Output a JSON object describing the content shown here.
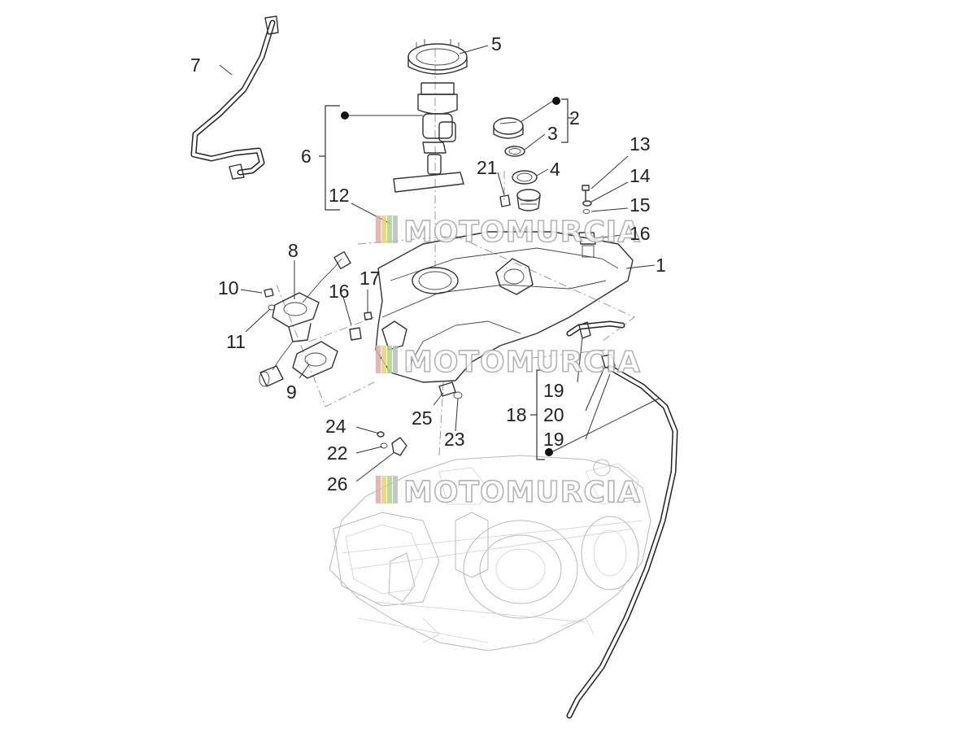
{
  "watermark": {
    "text": "MOTOMURCIA",
    "stripe_colors": [
      "#e6a9a0",
      "#e8d46a",
      "#a9d69a",
      "#bdbdbd"
    ]
  },
  "callouts": [
    {
      "id": "c1",
      "label": "1"
    },
    {
      "id": "c2",
      "label": "2"
    },
    {
      "id": "c3",
      "label": "3"
    },
    {
      "id": "c4",
      "label": "4"
    },
    {
      "id": "c5",
      "label": "5"
    },
    {
      "id": "c6",
      "label": "6"
    },
    {
      "id": "c7",
      "label": "7"
    },
    {
      "id": "c8",
      "label": "8"
    },
    {
      "id": "c9",
      "label": "9"
    },
    {
      "id": "c10",
      "label": "10"
    },
    {
      "id": "c11",
      "label": "11"
    },
    {
      "id": "c12",
      "label": "12"
    },
    {
      "id": "c13",
      "label": "13"
    },
    {
      "id": "c14",
      "label": "14"
    },
    {
      "id": "c15",
      "label": "15"
    },
    {
      "id": "c16a",
      "label": "16"
    },
    {
      "id": "c16b",
      "label": "16"
    },
    {
      "id": "c17",
      "label": "17"
    },
    {
      "id": "c18",
      "label": "18"
    },
    {
      "id": "c19a",
      "label": "19"
    },
    {
      "id": "c19b",
      "label": "19"
    },
    {
      "id": "c20",
      "label": "20"
    },
    {
      "id": "c21",
      "label": "21"
    },
    {
      "id": "c22",
      "label": "22"
    },
    {
      "id": "c23",
      "label": "23"
    },
    {
      "id": "c24",
      "label": "24"
    },
    {
      "id": "c25",
      "label": "25"
    },
    {
      "id": "c26",
      "label": "26"
    }
  ]
}
